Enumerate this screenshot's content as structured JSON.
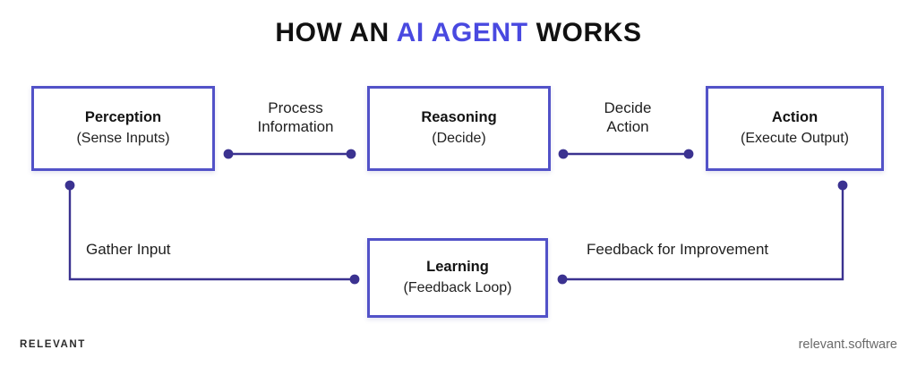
{
  "theme": {
    "background": "#ffffff",
    "box_border": "#5252C8",
    "accent_blue": "#4949E0",
    "connector": "#3B3290",
    "text": "#1b1b1b",
    "muted_text": "#6a6a6a"
  },
  "title": {
    "lead": "HOW AN ",
    "accent": "AI AGENT",
    "trail": " WORKS"
  },
  "nodes": [
    {
      "id": "perception",
      "title": "Perception",
      "subtitle": "(Sense Inputs)"
    },
    {
      "id": "reasoning",
      "title": "Reasoning",
      "subtitle": "(Decide)"
    },
    {
      "id": "action",
      "title": "Action",
      "subtitle": "(Execute Output)"
    },
    {
      "id": "learning",
      "title": "Learning",
      "subtitle": "(Feedback Loop)"
    }
  ],
  "connectors": [
    {
      "id": "process",
      "label": "Process\nInformation",
      "from": "perception",
      "to": "reasoning"
    },
    {
      "id": "decide",
      "label": "Decide\nAction",
      "from": "reasoning",
      "to": "action"
    },
    {
      "id": "gather",
      "label": "Gather Input",
      "from": "learning",
      "to": "perception"
    },
    {
      "id": "feedback",
      "label": "Feedback for Improvement",
      "from": "action",
      "to": "learning"
    }
  ],
  "footer": {
    "logo": "RELEVANT",
    "url": "relevant.software"
  }
}
